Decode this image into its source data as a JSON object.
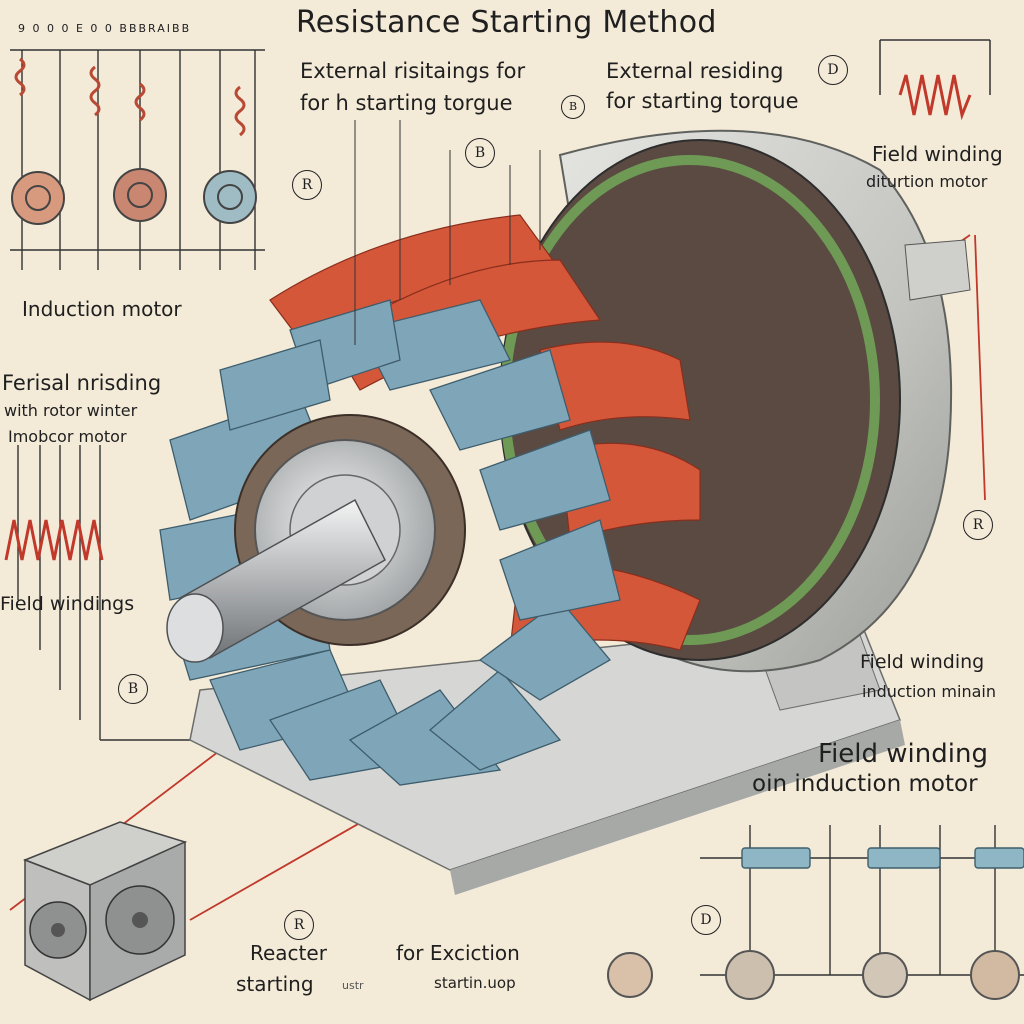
{
  "title": "Resistance Starting Method",
  "labels": {
    "ext1_line1": "External risitaings for",
    "ext1_line2": "for h starting torgue",
    "ext2_line1": "External residing",
    "ext2_line2": "for  starting torque",
    "field1_line1": "Field winding",
    "field1_line2": "diturtion motor",
    "induction1": "Induction motor",
    "fer_line1": "Ferisal nrisding",
    "fer_line2": "with rotor winter",
    "fer_line3": "Imobcor motor",
    "field2": "Field windings",
    "field3_line1": "Field winding",
    "field3_line2": "induction minain",
    "field4_line1": "Field winding",
    "field4_line2": "oin induction motor",
    "reac_line1": "Reacter",
    "reac_line2": "starting",
    "reac_small": "ustr",
    "exc_line1": "for Exciction",
    "exc_line2": "startin.uop",
    "header_small": "9 0 0 0 E 0 0    BBBRAIBB"
  },
  "badges": {
    "b1": "R",
    "b2": "B",
    "b3": "B",
    "b4": "D",
    "b5": "R",
    "b6": "B",
    "b7": "R",
    "b8": "D"
  },
  "colors": {
    "background": "#f3ead8",
    "stator_blue": "#7fa6b8",
    "winding_red": "#d4573a",
    "winding_green": "#6f9a55",
    "housing_gray": "#c9cac6",
    "wire_red": "#c0392b"
  }
}
